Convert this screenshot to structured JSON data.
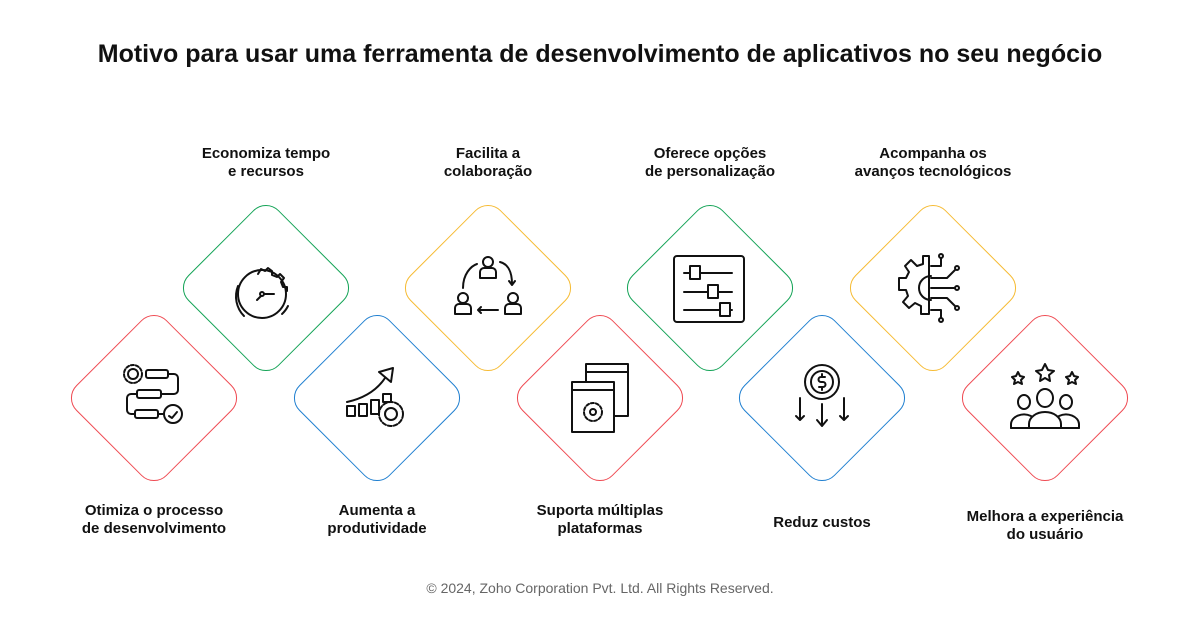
{
  "title": "Motivo para usar uma ferramenta de desenvolvimento de aplicativos no seu negócio",
  "colors": {
    "red": "#ef4a52",
    "green": "#13a356",
    "blue": "#1f7fd0",
    "yellow": "#f6bb33"
  },
  "items": [
    {
      "line1": "Otimiza o processo",
      "line2": "de desenvolvimento",
      "icon": "workflow-gear-check-icon",
      "color": "red"
    },
    {
      "line1": "Economiza tempo",
      "line2": "e recursos",
      "icon": "stopwatch-gear-icon",
      "color": "green"
    },
    {
      "line1": "Aumenta a",
      "line2": "produtividade",
      "icon": "growth-chart-gear-icon",
      "color": "blue"
    },
    {
      "line1": "Facilita a",
      "line2": "colaboração",
      "icon": "team-collaboration-icon",
      "color": "yellow"
    },
    {
      "line1": "Suporta múltiplas",
      "line2": "plataformas",
      "icon": "windows-gear-icon",
      "color": "red"
    },
    {
      "line1": "Oferece opções",
      "line2": "de personalização",
      "icon": "sliders-icon",
      "color": "green"
    },
    {
      "line1": "Reduz custos",
      "line2": "",
      "icon": "dollar-down-arrows-icon",
      "color": "blue"
    },
    {
      "line1": "Acompanha os",
      "line2": "avanços tecnológicos",
      "icon": "gear-circuit-icon",
      "color": "yellow"
    },
    {
      "line1": "Melhora a experiência",
      "line2": "do usuário",
      "icon": "users-stars-icon",
      "color": "red"
    }
  ],
  "footer": "© 2024, Zoho Corporation Pvt. Ltd. All Rights Reserved."
}
